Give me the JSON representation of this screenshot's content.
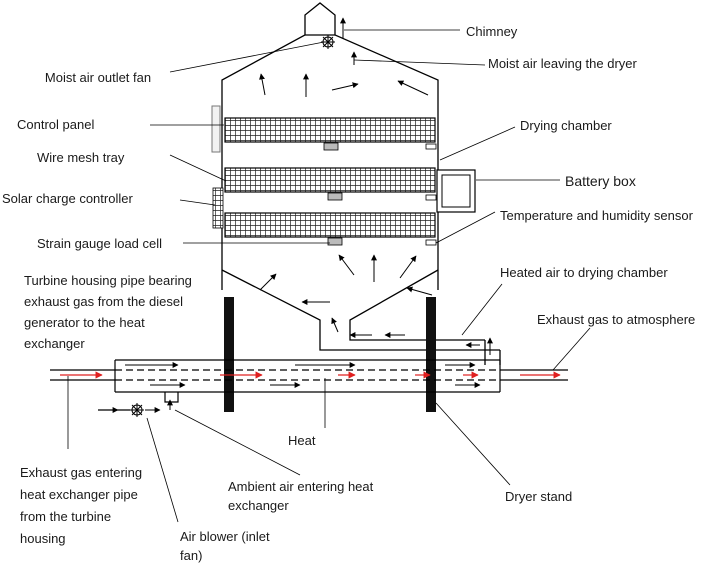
{
  "labels": {
    "chimney": "Chimney",
    "moist_air_fan": "Moist air outlet fan",
    "moist_air_leaving": "Moist air leaving the dryer",
    "control_panel": "Control panel",
    "drying_chamber": "Drying chamber",
    "wire_mesh_tray": "Wire mesh tray",
    "battery_box": "Battery box",
    "solar_charge_controller": "Solar charge controller",
    "temp_humidity_sensor": "Temperature and humidity sensor",
    "strain_gauge": "Strain gauge load cell",
    "heated_air": "Heated air to drying chamber",
    "turbine_pipe": "Turbine housing pipe bearing exhaust gas from the diesel generator to the heat exchanger",
    "exhaust_atmosphere": "Exhaust gas to atmosphere",
    "heat": "Heat",
    "exhaust_entering": "Exhaust gas entering heat exchanger pipe from the turbine housing",
    "ambient_air": "Ambient air entering heat exchanger",
    "dryer_stand": "Dryer stand",
    "air_blower": "Air blower (inlet fan)"
  },
  "colors": {
    "line": "#000000",
    "exhaust_arrow": "#e02020",
    "mesh": "#444444"
  }
}
